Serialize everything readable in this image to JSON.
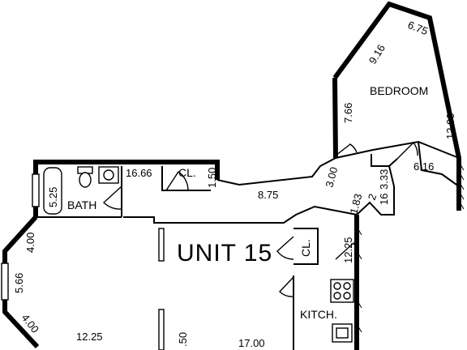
{
  "plan": {
    "unit_label": "UNIT 15",
    "rooms": {
      "bedroom": "BEDROOM",
      "bath": "BATH",
      "kitchen": "KITCH.",
      "closet_hall": "CL.",
      "closet_entry": "CL."
    },
    "dimensions": {
      "bedroom_top": "6.75",
      "bedroom_diag": "9.16",
      "bedroom_left": "7.66",
      "bedroom_right": "12.00",
      "bedroom_bottom": "6.16",
      "hall_3_00": "3.00",
      "hall_3_33": "3.33",
      "hall_16": "16",
      "hall_1_83": "1.83",
      "hall_2": "2",
      "hall_8_75": "8.75",
      "hall_1_50": "1.50",
      "hall_16_66": "16.66",
      "bath_5_25": "5.25",
      "living_4_00_top": "4.00",
      "living_5_66": "5.66",
      "living_4_00_bottom": "4.00",
      "living_12_25": "12.25",
      "living_50": ".50",
      "living_17_00": "17.00",
      "kitchen_12_25": "12.25"
    }
  }
}
